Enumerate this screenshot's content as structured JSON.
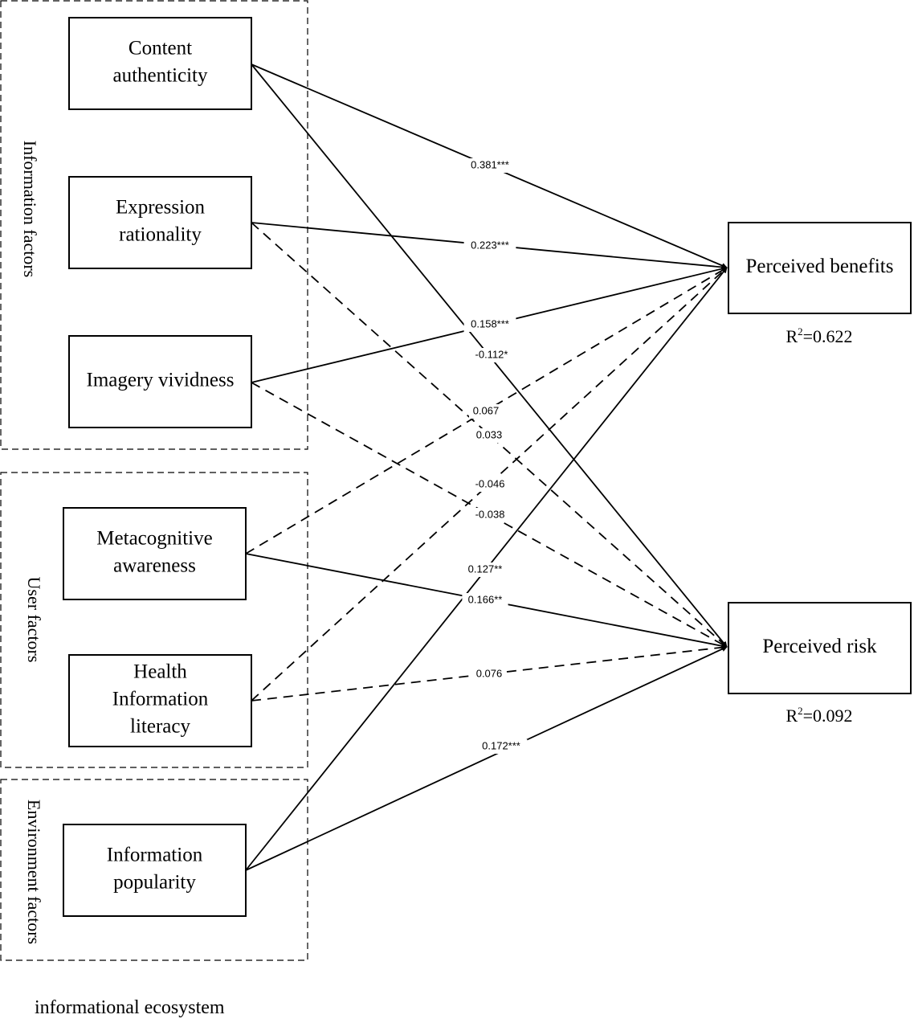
{
  "diagram": {
    "caption": "informational ecosystem",
    "groups": [
      {
        "id": "information",
        "label": "Information factors"
      },
      {
        "id": "user",
        "label": "User factors"
      },
      {
        "id": "environment",
        "label": "Environment factors"
      }
    ],
    "sources": [
      {
        "id": "CA",
        "group": "information",
        "lines": [
          "Content",
          "authenticity"
        ]
      },
      {
        "id": "ER",
        "group": "information",
        "lines": [
          "Expression",
          "rationality"
        ]
      },
      {
        "id": "IV",
        "group": "information",
        "lines": [
          "Imagery vividness"
        ]
      },
      {
        "id": "MA",
        "group": "user",
        "lines": [
          "Metacognitive",
          "awareness"
        ]
      },
      {
        "id": "HIL",
        "group": "user",
        "lines": [
          "Health",
          "Information",
          "literacy"
        ]
      },
      {
        "id": "IP",
        "group": "environment",
        "lines": [
          "Information",
          "popularity"
        ]
      }
    ],
    "targets": [
      {
        "id": "PB",
        "label": "Perceived benefits",
        "r2_label": "R",
        "r2_sup": "2",
        "r2_value": "=0.622"
      },
      {
        "id": "PR",
        "label": "Perceived risk",
        "r2_label": "R",
        "r2_sup": "2",
        "r2_value": "=0.092"
      }
    ],
    "paths": [
      {
        "from": "CA",
        "to": "PB",
        "coef": "0.381***",
        "significant": true
      },
      {
        "from": "ER",
        "to": "PB",
        "coef": "0.223***",
        "significant": true
      },
      {
        "from": "IV",
        "to": "PB",
        "coef": "0.158***",
        "significant": true
      },
      {
        "from": "CA",
        "to": "PR",
        "coef": "-0.112*",
        "significant": true
      },
      {
        "from": "MA",
        "to": "PB",
        "coef": "0.067",
        "significant": false
      },
      {
        "from": "ER",
        "to": "PR",
        "coef": "0.033",
        "significant": false
      },
      {
        "from": "HIL",
        "to": "PB",
        "coef": "-0.046",
        "significant": false
      },
      {
        "from": "IV",
        "to": "PR",
        "coef": "-0.038",
        "significant": false
      },
      {
        "from": "IP",
        "to": "PB",
        "coef": "0.127**",
        "significant": true
      },
      {
        "from": "MA",
        "to": "PR",
        "coef": "0.166**",
        "significant": true
      },
      {
        "from": "HIL",
        "to": "PR",
        "coef": "0.076",
        "significant": false
      },
      {
        "from": "IP",
        "to": "PR",
        "coef": "0.172***",
        "significant": true
      }
    ],
    "legend_semantics": {
      "solid": "significant path",
      "dashed": "non-significant path"
    }
  }
}
